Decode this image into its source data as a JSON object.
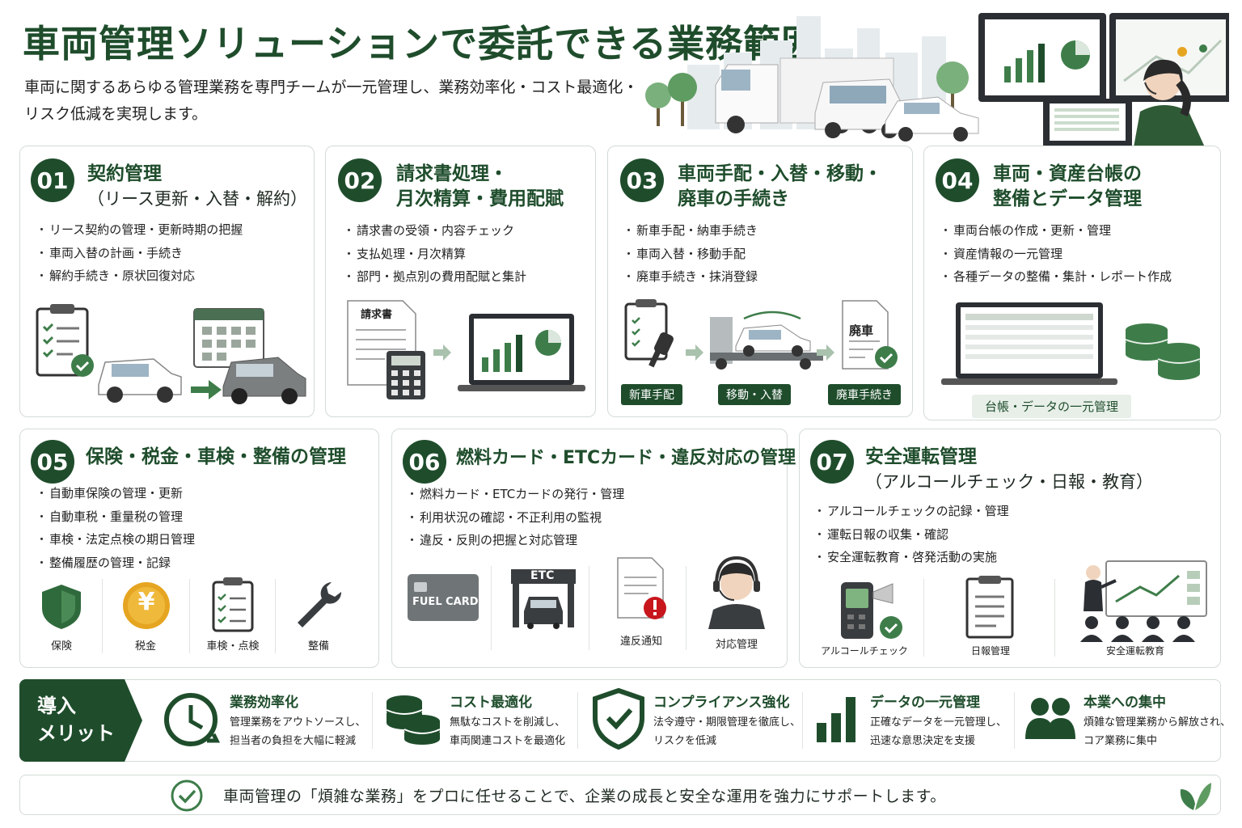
{
  "header": {
    "title": "車両管理ソリューションで委託できる業務範囲",
    "lead": "車両に関するあらゆる管理業務を専門チームが一元管理し、業務効率化・コスト最適化・リスク低減を実現します。"
  },
  "cards": [
    {
      "num": "01",
      "title": "契約管理",
      "subtitle": "（リース更新・入替・解約）",
      "items": [
        "リース契約の管理・更新時期の把握",
        "車両入替の計画・手続き",
        "解約手続き・原状回復対応"
      ]
    },
    {
      "num": "02",
      "title": "請求書処理・",
      "subtitle": "月次精算・費用配賦",
      "items": [
        "請求書の受領・内容チェック",
        "支払処理・月次精算",
        "部門・拠点別の費用配賦と集計"
      ],
      "doc_label": "請求書"
    },
    {
      "num": "03",
      "title": "車両手配・入替・移動・",
      "subtitle": "廃車の手続き",
      "items": [
        "新車手配・納車手続き",
        "車両入替・移動手配",
        "廃車手続き・抹消登録"
      ],
      "tags": [
        "新車手配",
        "移動・入替",
        "廃車手続き"
      ],
      "doc_label": "廃車"
    },
    {
      "num": "04",
      "title": "車両・資産台帳の",
      "subtitle": "整備とデータ管理",
      "items": [
        "車両台帳の作成・更新・管理",
        "資産情報の一元管理",
        "各種データの整備・集計・レポート作成"
      ],
      "tag": "台帳・データの一元管理"
    },
    {
      "num": "05",
      "title": "保険・税金・車検・整備の管理",
      "items": [
        "自動車保険の管理・更新",
        "自動車税・重量税の管理",
        "車検・法定点検の期日管理",
        "整備履歴の管理・記録"
      ],
      "icons": [
        "保険",
        "税金",
        "車検・点検",
        "整備"
      ],
      "yen": "¥"
    },
    {
      "num": "06",
      "title": "燃料カード・ETCカード・違反対応の管理",
      "items": [
        "燃料カード・ETCカードの発行・管理",
        "利用状況の確認・不正利用の監視",
        "違反・反則の把握と対応管理"
      ],
      "card_text": "FUEL CARD",
      "etc_text": "ETC",
      "icons": [
        "違反通知",
        "対応管理"
      ]
    },
    {
      "num": "07",
      "title": "安全運転管理",
      "subtitle": "（アルコールチェック・日報・教育）",
      "items": [
        "アルコールチェックの記録・管理",
        "運転日報の収集・確認",
        "安全運転教育・啓発活動の実施"
      ],
      "icons": [
        "アルコールチェック",
        "日報管理",
        "安全運転教育"
      ]
    }
  ],
  "benefits": {
    "heading": "導入メリット",
    "heading_line1": "導入",
    "heading_line2": "メリット",
    "items": [
      {
        "title": "業務効率化",
        "desc1": "管理業務をアウトソースし、",
        "desc2": "担当者の負担を大幅に軽減",
        "icon": "clock-icon"
      },
      {
        "title": "コスト最適化",
        "desc1": "無駄なコストを削減し、",
        "desc2": "車両関連コストを最適化",
        "icon": "coins-icon"
      },
      {
        "title": "コンプライアンス強化",
        "desc1": "法令遵守・期限管理を徹底し、",
        "desc2": "リスクを低減",
        "icon": "shield-check-icon"
      },
      {
        "title": "データの一元管理",
        "desc1": "正確なデータを一元管理し、",
        "desc2": "迅速な意思決定を支援",
        "icon": "bar-chart-icon"
      },
      {
        "title": "本業への集中",
        "desc1": "煩雑な管理業務から解放され、",
        "desc2": "コア業務に集中",
        "icon": "people-icon"
      }
    ]
  },
  "footer": {
    "text": "車両管理の「煩雑な業務」をプロに任せることで、企業の成長と安全な運用を強力にサポートします。"
  },
  "colors": {
    "primary": "#1f4d2c",
    "accent": "#3e7d4a",
    "light": "#e7efe8",
    "border": "#d3dcd5",
    "warning": "#c8161d",
    "gold": "#e6a521"
  }
}
